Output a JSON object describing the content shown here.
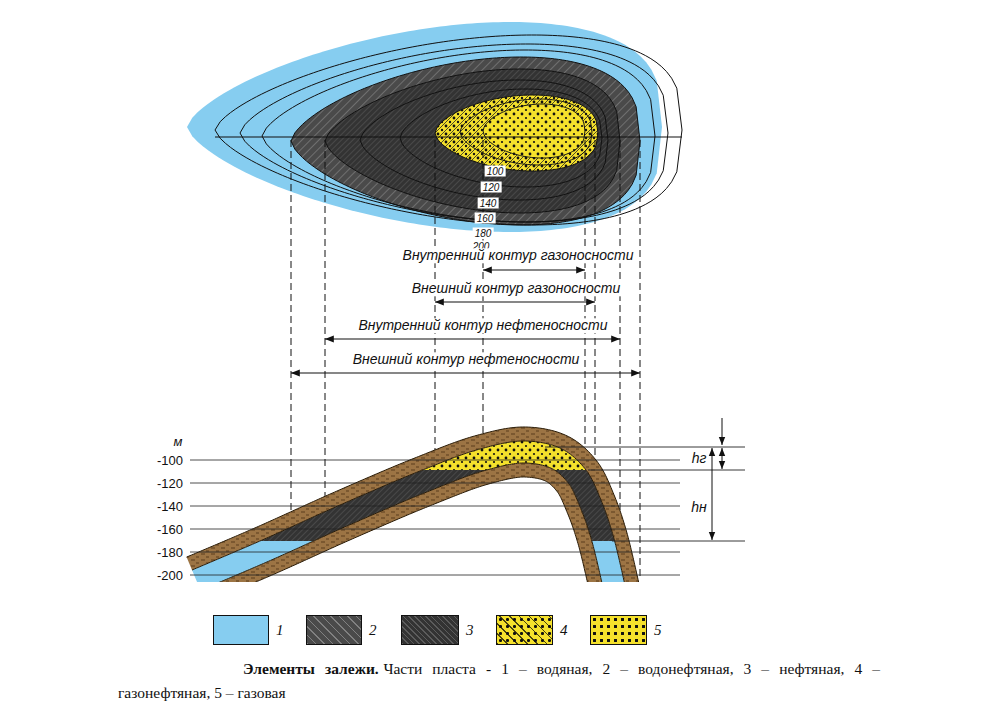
{
  "diagram": {
    "title": "Элементы залежи.",
    "caption": "Части пласта - 1 – водяная, 2 – водонефтяная, 3 – нефтяная, 4 – газонефтяная, 5 – газовая",
    "labels": [
      "100",
      "120",
      "140",
      "160",
      "180",
      "200",
      "Внутренний контур газоносности",
      "Внешний контур газоносности",
      "Внутренний контур нефтеносности",
      "Внешний контур нефтеносности",
      "м",
      "-100",
      "-120",
      "-140",
      "-160",
      "-180",
      "-200",
      "hг",
      "hн"
    ],
    "legend": [
      {
        "text": "1",
        "color": "#86cdf0"
      },
      {
        "text": "2",
        "color": "#4a4a4a"
      },
      {
        "text": "3",
        "color": "#333333"
      },
      {
        "text": "4",
        "color": "#f5e12c"
      },
      {
        "text": "5",
        "color": "#f5e12c"
      }
    ]
  }
}
